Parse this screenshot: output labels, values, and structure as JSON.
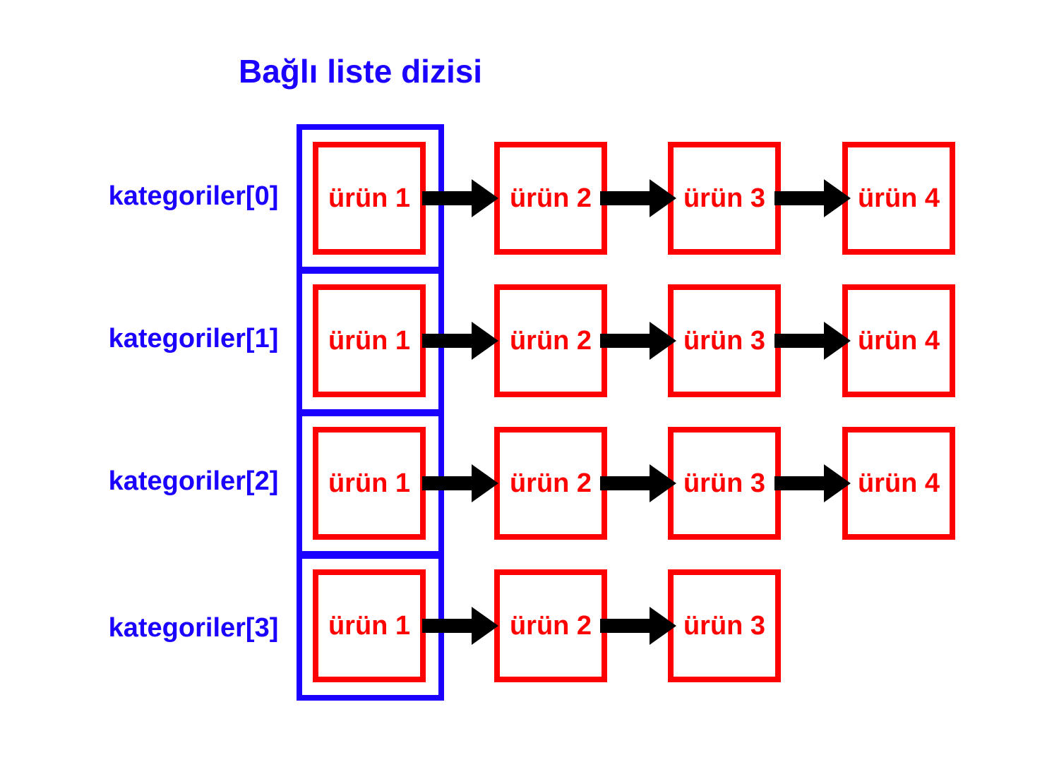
{
  "title": "Bağlı liste dizisi",
  "colors": {
    "array_color": "#1c00ff",
    "node_color": "#ff0000",
    "arrow_color": "#000000"
  },
  "rows": [
    {
      "label": "kategoriler[0]",
      "nodes": [
        "ürün 1",
        "ürün 2",
        "ürün 3",
        "ürün 4"
      ]
    },
    {
      "label": "kategoriler[1]",
      "nodes": [
        "ürün 1",
        "ürün 2",
        "ürün 3",
        "ürün 4"
      ]
    },
    {
      "label": "kategoriler[2]",
      "nodes": [
        "ürün 1",
        "ürün 2",
        "ürün 3",
        "ürün 4"
      ]
    },
    {
      "label": "kategoriler[3]",
      "nodes": [
        "ürün 1",
        "ürün 2",
        "ürün 3"
      ]
    }
  ]
}
